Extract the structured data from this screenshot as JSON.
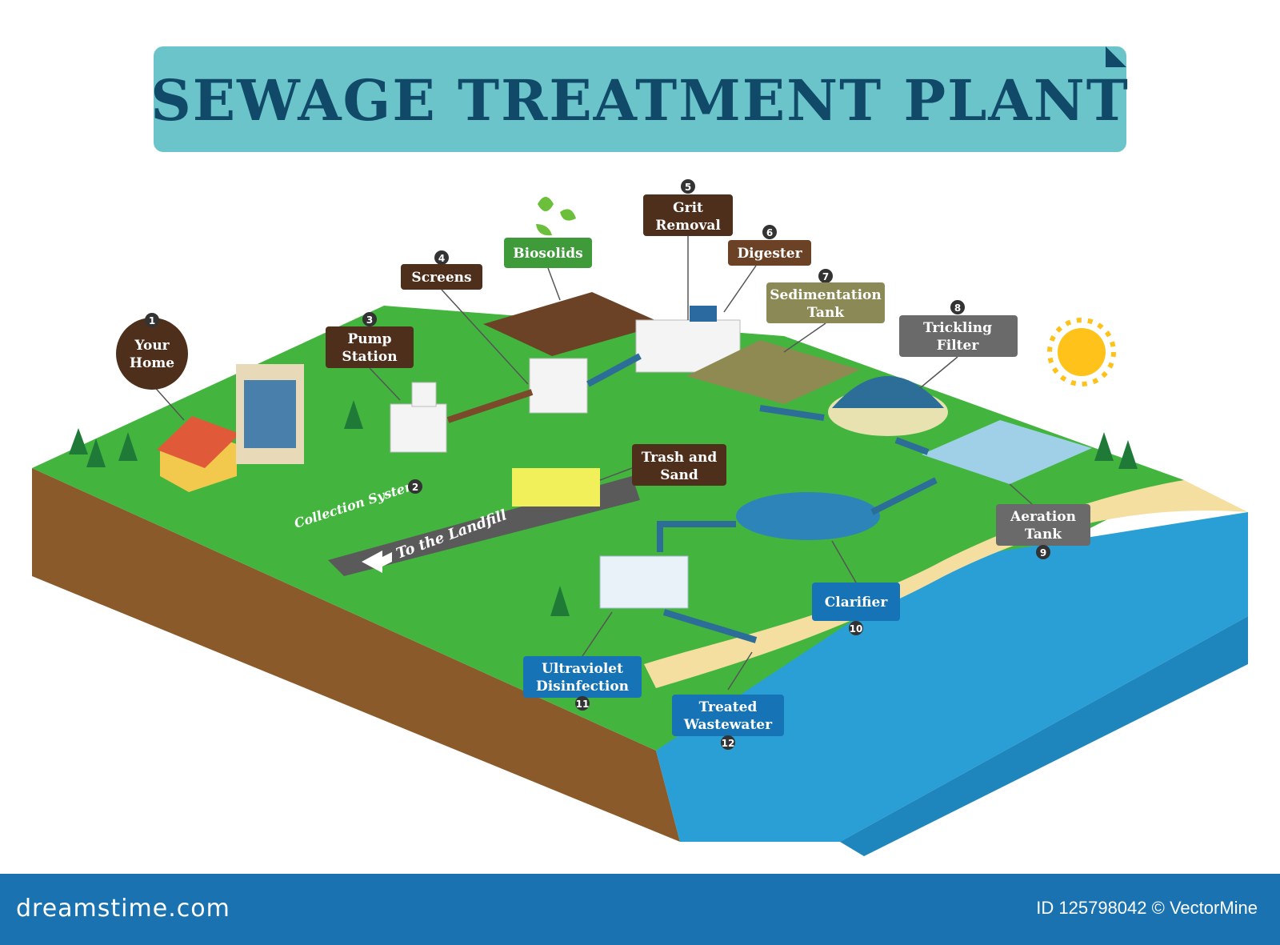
{
  "title": "SEWAGE TREATMENT PLANT",
  "colors": {
    "title_banner": "#6cc4cb",
    "title_text": "#114a68",
    "grass": "#43b53f",
    "soil": "#8a5a2b",
    "water": "#2a9fd6",
    "brown_label": "#4e2f1c",
    "green_label": "#3f9a3a",
    "olive_label": "#8b8a56",
    "gray_label": "#6a6a6a",
    "blue_label": "#1673b5",
    "footer": "#1a72b0"
  },
  "steps": [
    {
      "number": "1",
      "line1": "Your",
      "line2": "Home"
    },
    {
      "number": "2",
      "line1": "Collection System",
      "line2": ""
    },
    {
      "number": "3",
      "line1": "Pump",
      "line2": "Station"
    },
    {
      "number": "4",
      "line1": "Screens",
      "line2": ""
    },
    {
      "number": "5",
      "line1": "Grit",
      "line2": "Removal"
    },
    {
      "number": "6",
      "line1": "Digester",
      "line2": ""
    },
    {
      "number": "7",
      "line1": "Sedimentation",
      "line2": "Tank"
    },
    {
      "number": "8",
      "line1": "Trickling",
      "line2": "Filter"
    },
    {
      "number": "9",
      "line1": "Aeration",
      "line2": "Tank"
    },
    {
      "number": "10",
      "line1": "Clarifier",
      "line2": ""
    },
    {
      "number": "11",
      "line1": "Ultraviolet",
      "line2": "Disinfection"
    },
    {
      "number": "12",
      "line1": "Treated",
      "line2": "Wastewater"
    }
  ],
  "extra_labels": {
    "biosolids": "Biosolids",
    "trash_line1": "Trash and",
    "trash_line2": "Sand",
    "landfill": "To the Landfill"
  },
  "footer": {
    "brand": "dreamstime.com",
    "id_text": "ID 125798042 © VectorMine"
  }
}
